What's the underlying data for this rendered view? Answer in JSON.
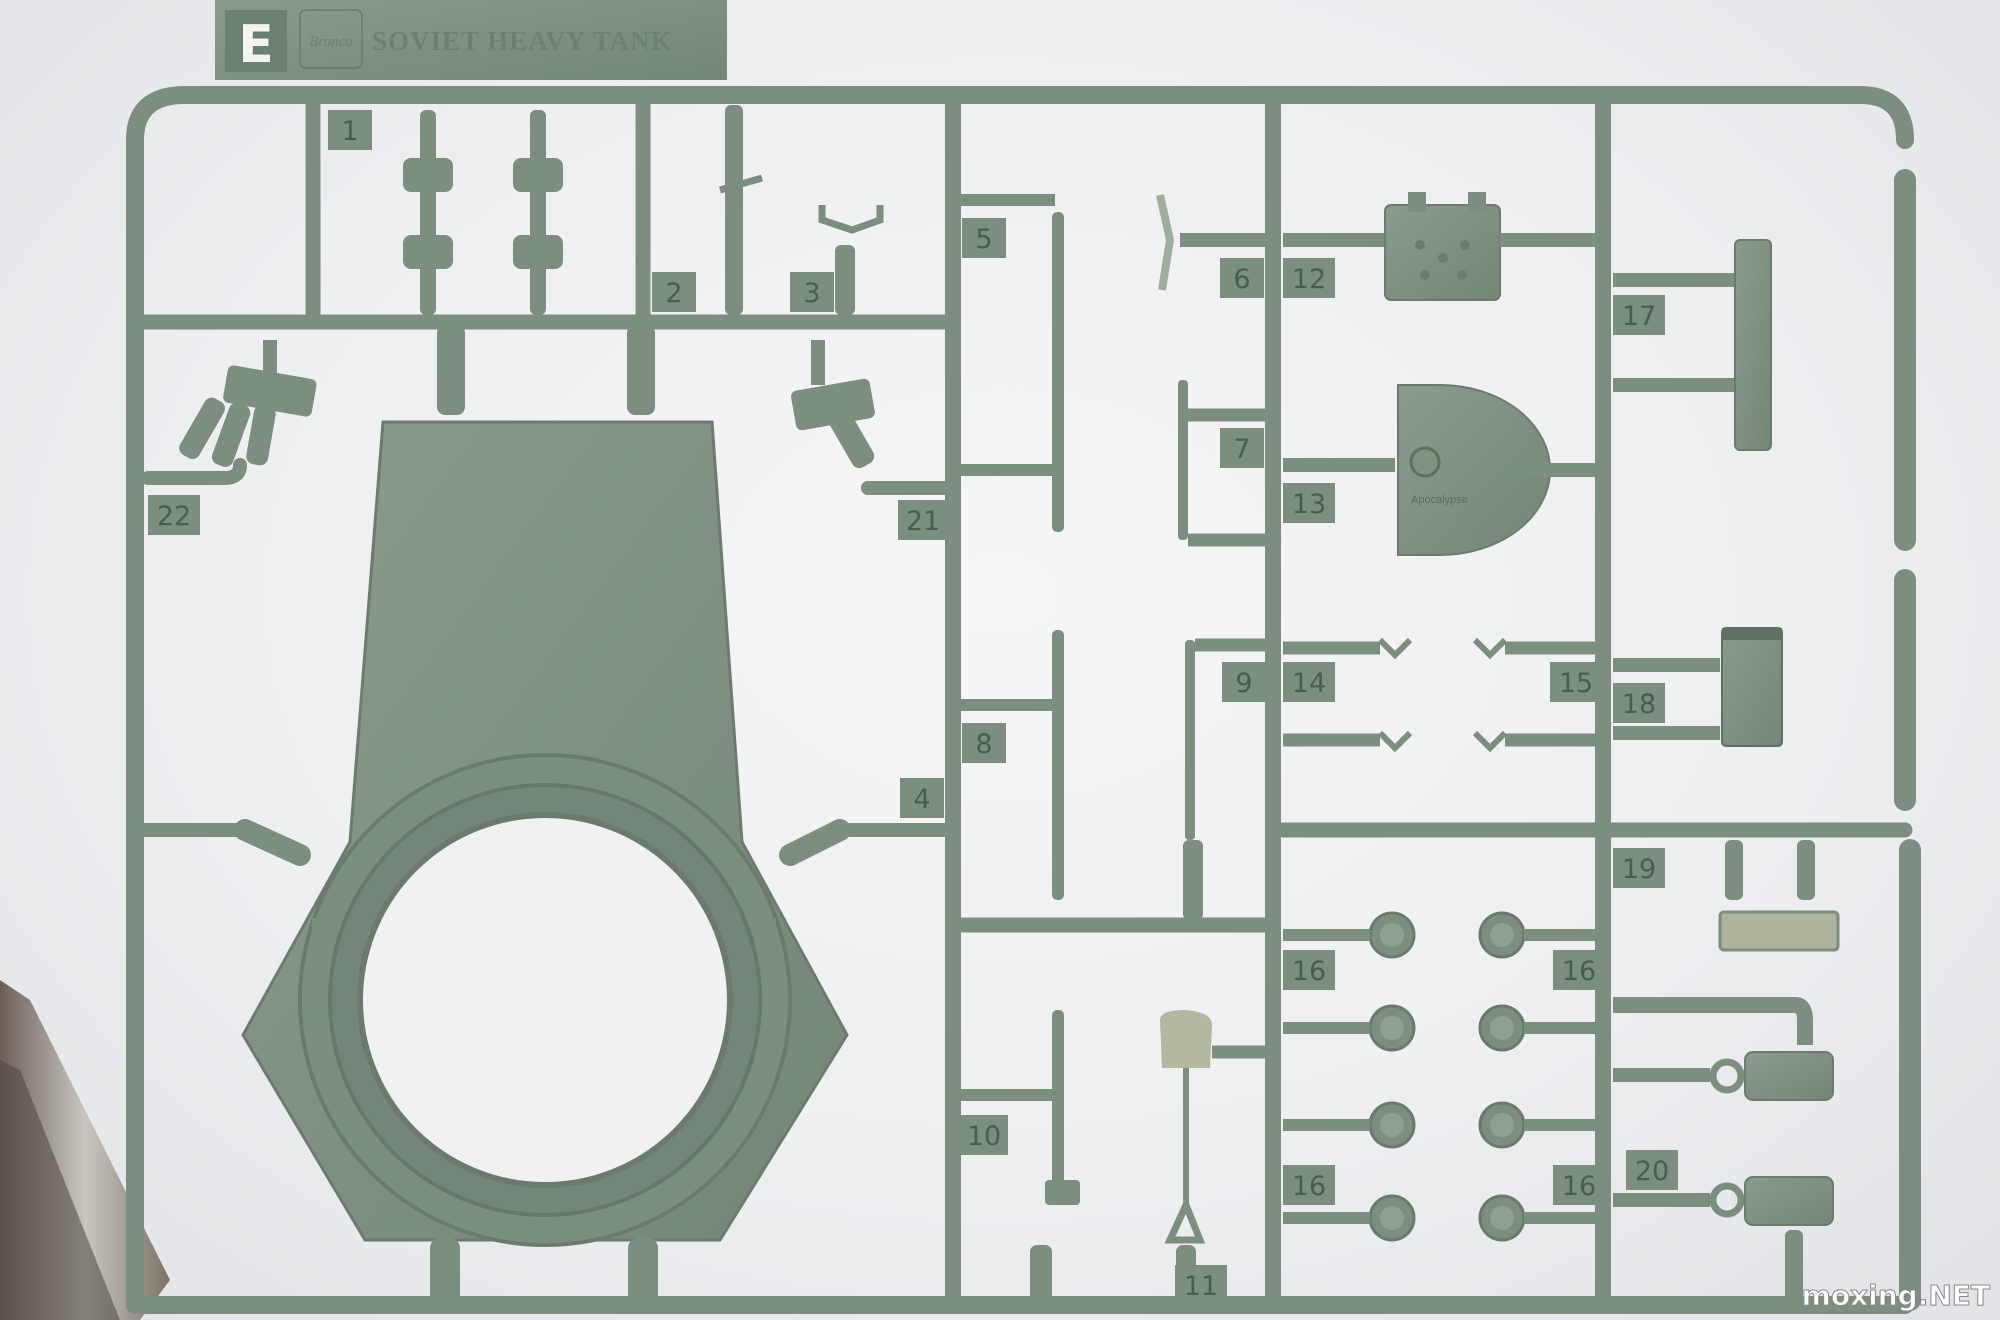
{
  "sprue": {
    "letter": "E",
    "brand": "Bronco",
    "title": "SOVIET HEAVY TANK",
    "embossed_text": "Apocalypse",
    "part_numbers": [
      "1",
      "2",
      "3",
      "4",
      "5",
      "6",
      "7",
      "8",
      "9",
      "10",
      "11",
      "12",
      "13",
      "14",
      "15",
      "16",
      "16",
      "16",
      "16",
      "17",
      "18",
      "19",
      "20",
      "21",
      "22"
    ]
  },
  "watermark": "moxing.NET",
  "colors": {
    "background": "#eeeff1",
    "plastic": "#7c8e7e",
    "plastic_light": "#8fa091",
    "plastic_dark": "#5f7062",
    "part_number_text": "#4b5c50",
    "watermark": "#ffffff"
  }
}
